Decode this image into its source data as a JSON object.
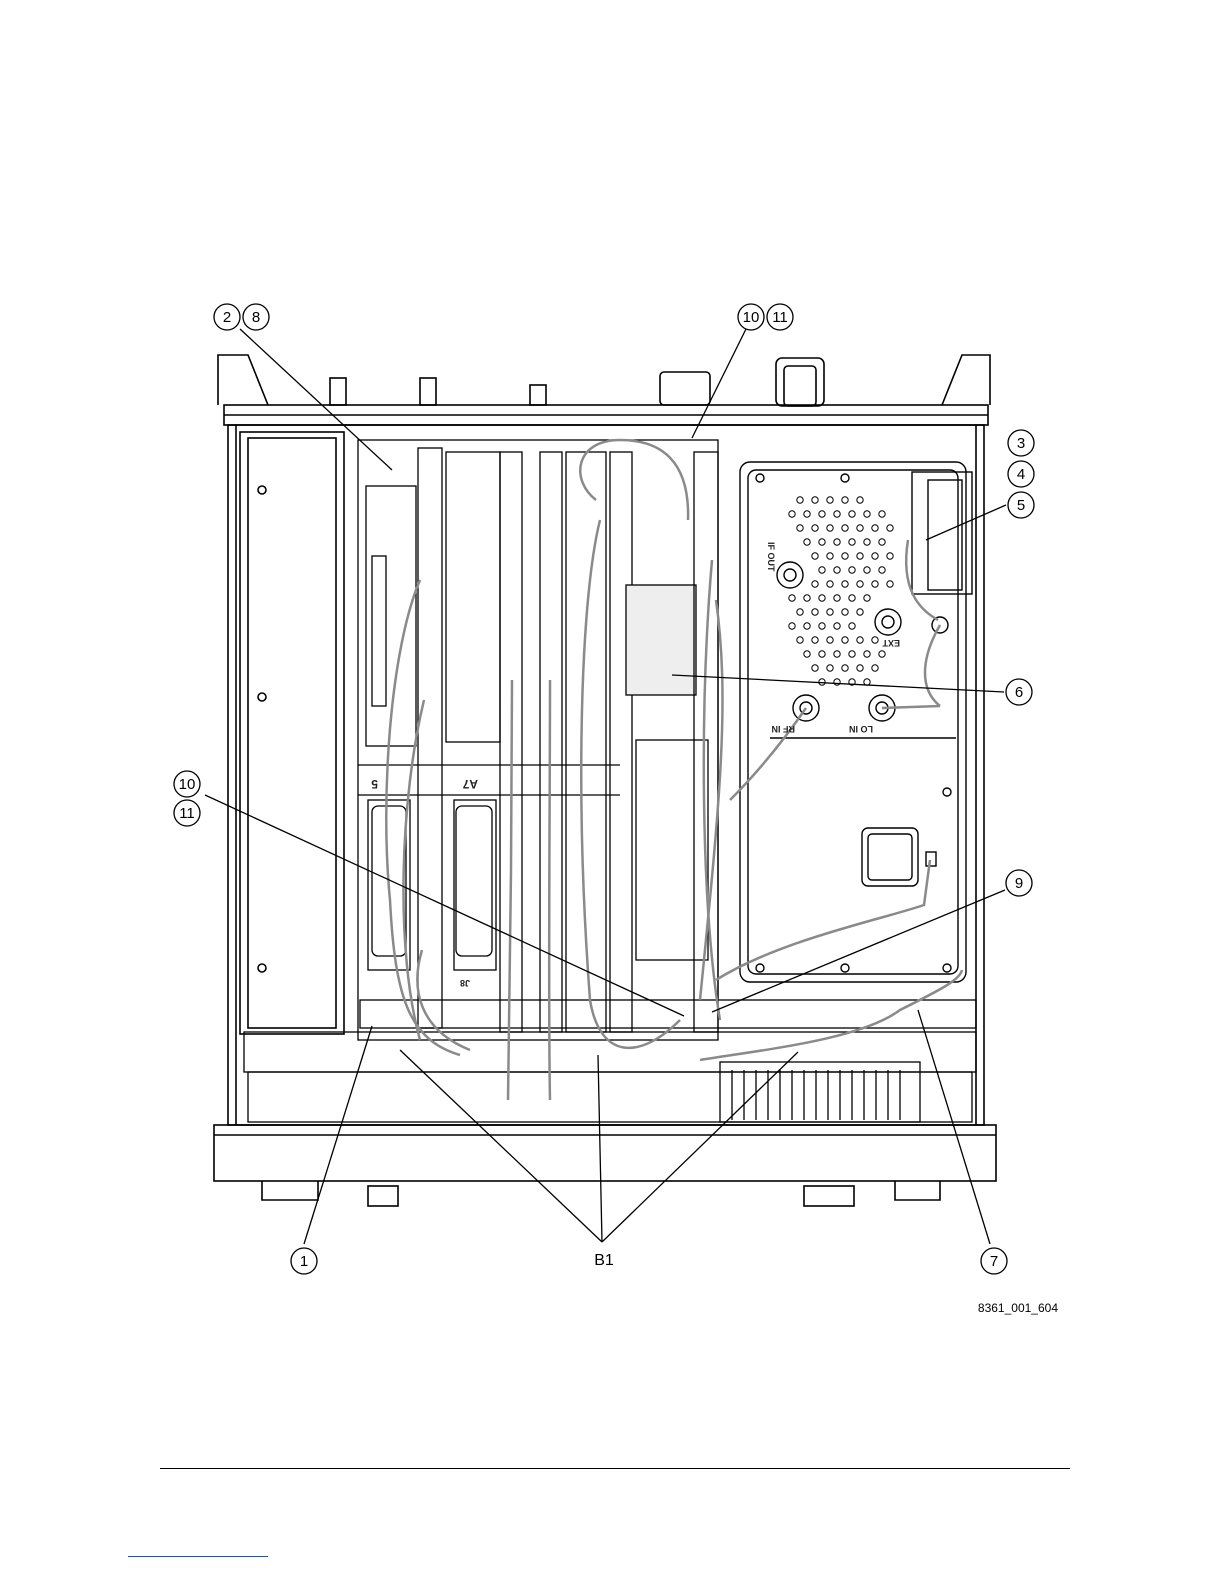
{
  "figure": {
    "figure_id": "8361_001_604",
    "callouts": {
      "c2": "2",
      "c8": "8",
      "c10_top": "10",
      "c11_top": "11",
      "c3": "3",
      "c4": "4",
      "c5": "5",
      "c6": "6",
      "c10_left": "10",
      "c11_left": "11",
      "c9": "9",
      "c1": "1",
      "c7": "7"
    },
    "group_label": "B1",
    "panel_labels": {
      "if_out": "IF OUT",
      "rf_in": "RF IN",
      "lo_in": "LO IN",
      "ext": "EXT",
      "a7": "A7",
      "a5": "5",
      "j8": "J8"
    }
  }
}
